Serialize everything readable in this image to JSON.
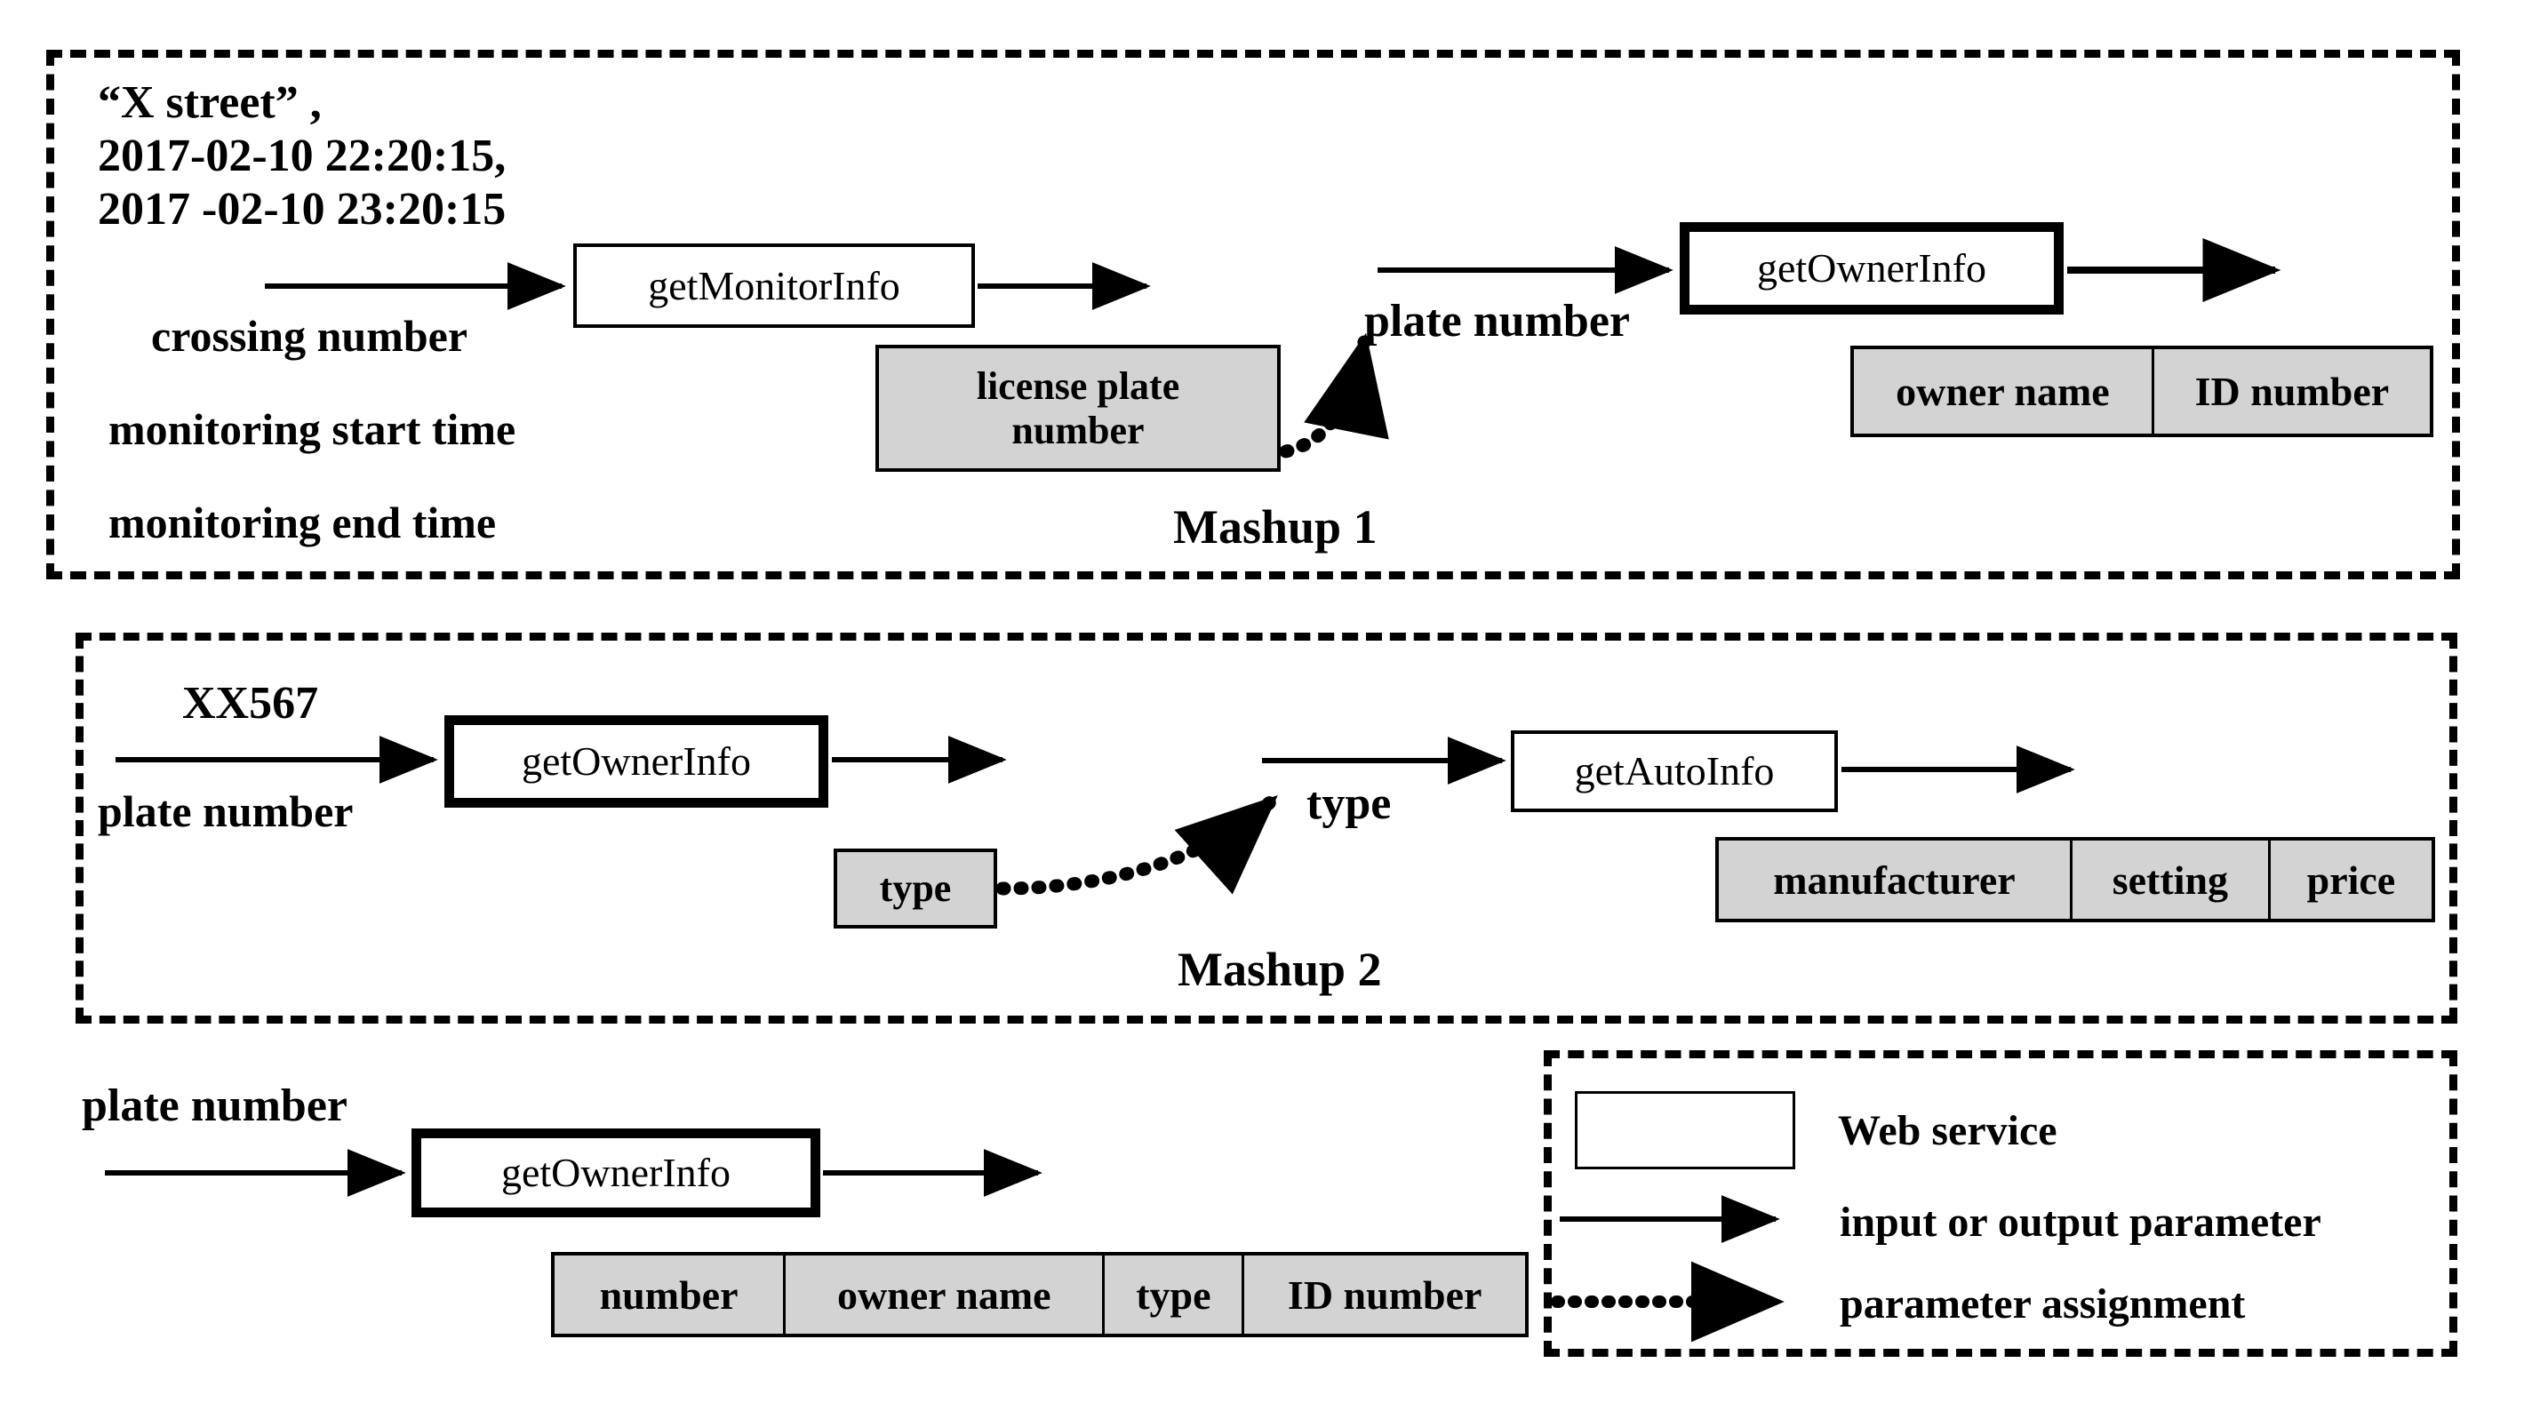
{
  "diagram": {
    "title": "Web service mashup parameter flow diagram",
    "colors": {
      "param_fill": "#d3d3d3",
      "stroke": "#000000",
      "background": "#ffffff"
    }
  },
  "mashup1": {
    "caption": "Mashup 1",
    "input_literals": "“X street” ,\n2017-02-10 22:20:15,\n2017 -02-10 23:20:15",
    "input_params": [
      "crossing number",
      "monitoring start time",
      "monitoring end time"
    ],
    "service1": "getMonitorInfo",
    "output_param_box": "license plate\nnumber",
    "assigned_param": "plate number",
    "service2": "getOwnerInfo",
    "result_table": [
      "owner name",
      "ID number"
    ]
  },
  "mashup2": {
    "caption": "Mashup 2",
    "input_literal": "XX567",
    "input_param": "plate number",
    "service1": "getOwnerInfo",
    "output_param_box": "type",
    "assigned_param": "type",
    "service2": "getAutoInfo",
    "result_table": [
      "manufacturer",
      "setting",
      "price"
    ]
  },
  "single": {
    "input_param": "plate number",
    "service": "getOwnerInfo",
    "result_table": [
      "number",
      "owner name",
      "type",
      "ID number"
    ]
  },
  "legend": {
    "items": [
      {
        "glyph": "rect",
        "label": "Web service"
      },
      {
        "glyph": "solid-arrow",
        "label": "input or output parameter"
      },
      {
        "glyph": "dotted-arrow",
        "label": "parameter assignment"
      }
    ]
  }
}
